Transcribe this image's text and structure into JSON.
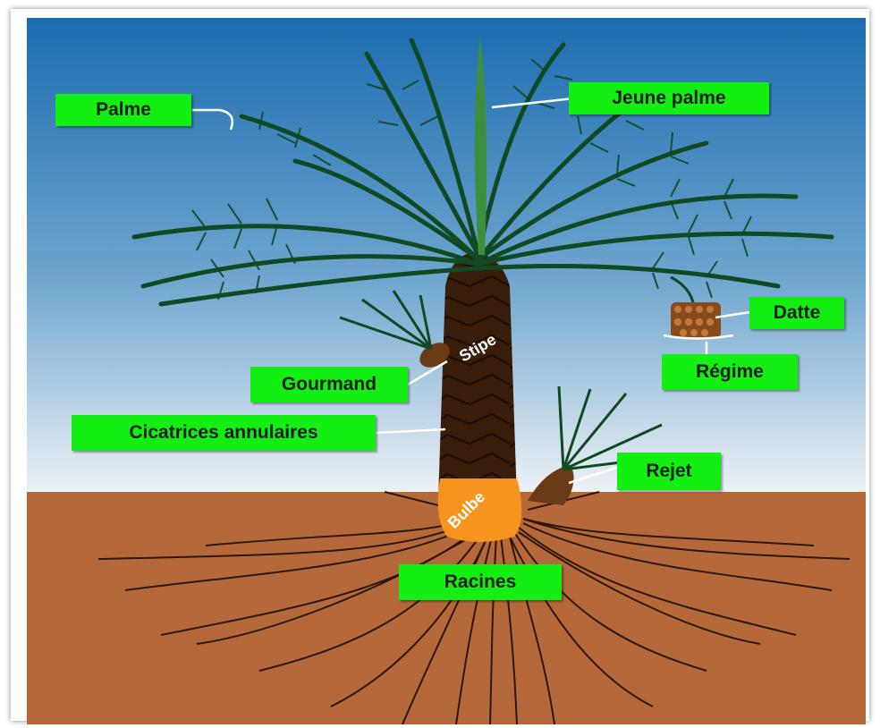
{
  "diagram": {
    "labels": {
      "palme": "Palme",
      "jeune_palme": "Jeune palme",
      "datte": "Datte",
      "regime": "Régime",
      "gourmand": "Gourmand",
      "cicatrices": "Cicatrices annulaires",
      "rejet": "Rejet",
      "racines": "Racines",
      "stipe": "Stipe",
      "bulbe": "Bulbe"
    },
    "colors": {
      "sky_top": "#1b6bb0",
      "sky_bottom": "#e8eef4",
      "soil": "#b5693a",
      "label_bg": "#13ef13",
      "leaf": "#0f4a23",
      "trunk": "#3a1e0c",
      "bulb": "#f7941d",
      "roots": "#2b1708"
    }
  }
}
